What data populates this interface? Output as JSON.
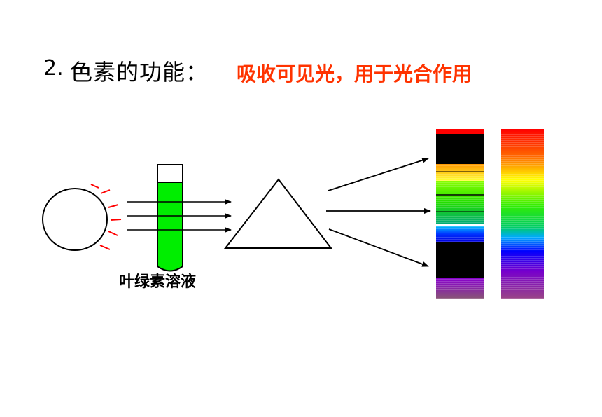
{
  "heading": {
    "number": "2.",
    "title": "色素的功能：",
    "answer": "吸收可见光，用于光合作用"
  },
  "labels": {
    "tube": "叶绿素溶液"
  },
  "colors": {
    "answer_text": "#ff3300",
    "chlorophyll_solution": "#00ee00",
    "sun_rays": "#ff0000"
  }
}
